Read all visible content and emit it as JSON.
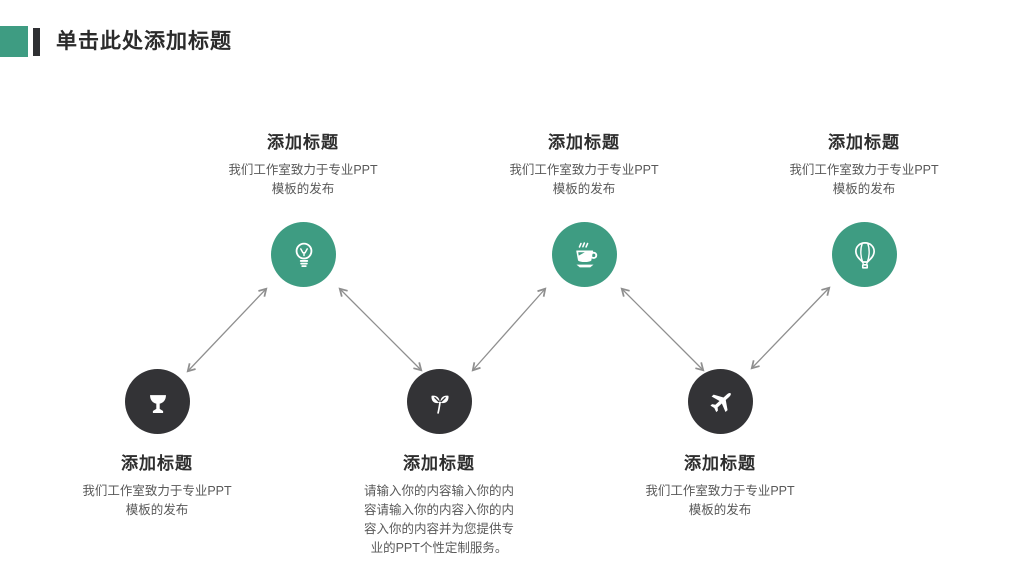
{
  "slide": {
    "header": {
      "title": "单击此处添加标题"
    },
    "nodes": [
      {
        "id": "top-1",
        "row": "top",
        "icon": "lightbulb-icon",
        "title": "添加标题",
        "desc": "我们工作室致力于专业PPT\n模板的发布"
      },
      {
        "id": "top-2",
        "row": "top",
        "icon": "coffee-cup-icon",
        "title": "添加标题",
        "desc": "我们工作室致力于专业PPT\n模板的发布"
      },
      {
        "id": "top-3",
        "row": "top",
        "icon": "hot-air-balloon-icon",
        "title": "添加标题",
        "desc": "我们工作室致力于专业PPT\n模板的发布"
      },
      {
        "id": "bottom-1",
        "row": "bottom",
        "icon": "goblet-icon",
        "title": "添加标题",
        "desc": "我们工作室致力于专业PPT\n模板的发布"
      },
      {
        "id": "bottom-2",
        "row": "bottom",
        "icon": "leaves-icon",
        "title": "添加标题",
        "desc": "请输入你的内容输入你的内\n容请输入你的内容入你的内\n容入你的内容并为您提供专\n业的PPT个性定制服务。"
      },
      {
        "id": "bottom-3",
        "row": "bottom",
        "icon": "airplane-icon",
        "title": "添加标题",
        "desc": "我们工作室致力于专业PPT\n模板的发布"
      }
    ],
    "colors": {
      "accent_green": "#3E9C82",
      "circle_dark": "#333336",
      "title_text": "#2B2B2B",
      "desc_text": "#595959",
      "arrow": "#8F8F8F"
    }
  }
}
